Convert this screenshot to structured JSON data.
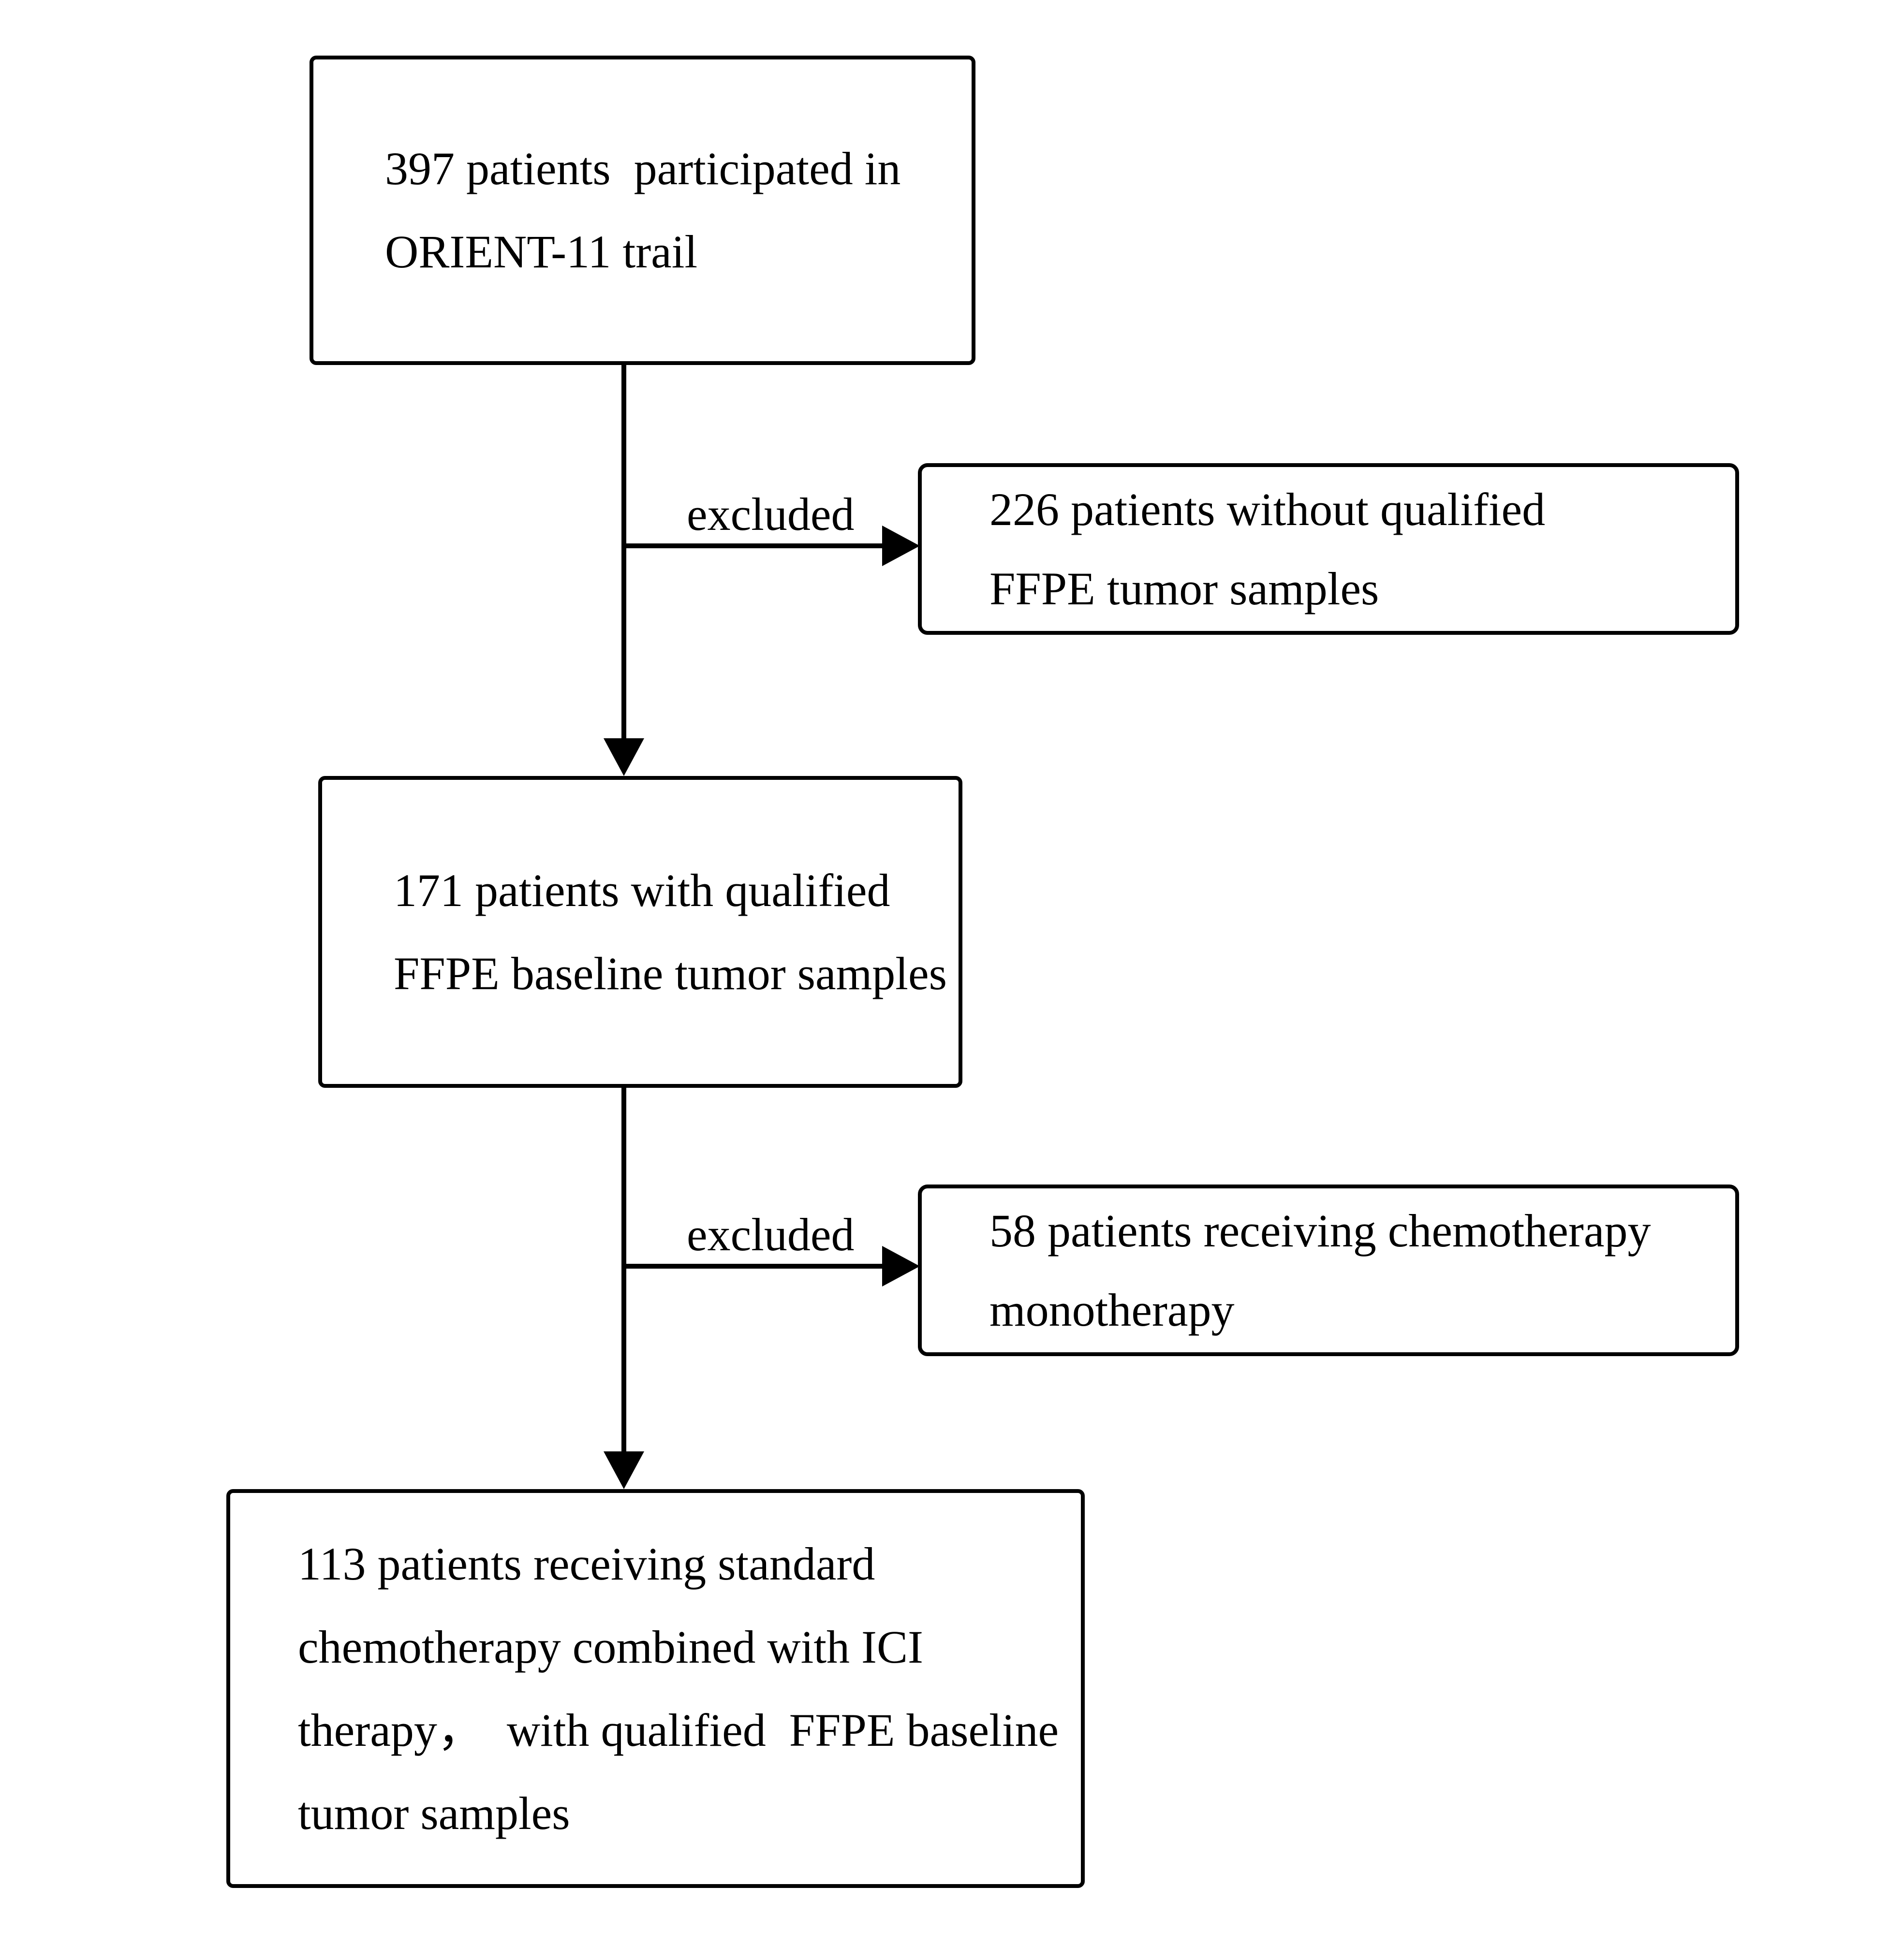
{
  "diagram": {
    "title": "Patient flow diagram (ORIENT-11 trial FFPE sample selection)",
    "colors": {
      "background": "#ffffff",
      "box_fill": "#ffffff",
      "box_border": "#000000",
      "connector": "#000000",
      "text": "#000000"
    },
    "boxes": [
      {
        "id": "box-397",
        "lines": [
          "397 patients  participated in",
          "ORIENT-11 trail"
        ]
      },
      {
        "id": "box-226",
        "lines": [
          "226 patients without qualified",
          "FFPE tumor samples"
        ]
      },
      {
        "id": "box-171",
        "lines": [
          "171 patients with qualified",
          "FFPE baseline tumor samples"
        ]
      },
      {
        "id": "box-58",
        "lines": [
          "58 patients receiving chemotherapy",
          "monotherapy"
        ]
      },
      {
        "id": "box-113",
        "lines": [
          "113 patients receiving standard",
          "chemotherapy combined with ICI",
          "therapy，  with qualified  FFPE baseline",
          "tumor samples"
        ]
      }
    ],
    "labels": {
      "excluded_1": "excluded",
      "excluded_2": "excluded"
    }
  }
}
